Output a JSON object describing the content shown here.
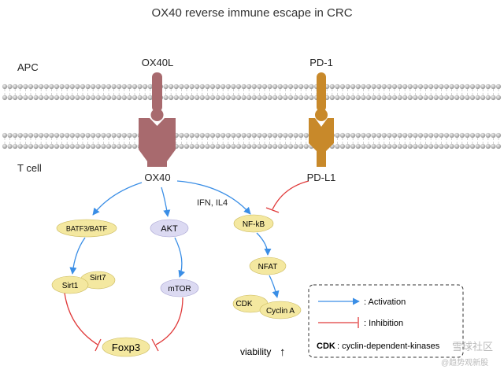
{
  "title": "OX40 reverse immune escape in CRC",
  "labels": {
    "apc": "APC",
    "tcell": "T cell",
    "ox40l": "OX40L",
    "pd1": "PD-1",
    "ox40": "OX40",
    "pdl1": "PD-L1",
    "ifn_il4": "IFN, IL4"
  },
  "nodes": {
    "batf": "BATF3/BATF",
    "akt": "AKT",
    "nfkb": "NF-kB",
    "sirt1": "Sirt1",
    "sirt7": "Sirt7",
    "mtor": "mTOR",
    "nfat": "NFAT",
    "cdk": "CDK",
    "cyclina": "Cyclin A",
    "foxp3": "Foxp3",
    "viability": "viability",
    "viability_arrow": "↑"
  },
  "legend": {
    "activation": ": Activation",
    "inhibition": ": Inhibition",
    "cdk_term": "CDK",
    "cdk_def": ": cyclin-dependent-kinases"
  },
  "watermark": {
    "line1": "雪球社区",
    "line2": "@趋势观新股"
  },
  "colors": {
    "activation": "#3a8ee6",
    "inhibition": "#e03a3a",
    "ox40": "#a86a6e",
    "pd1": "#c8892a",
    "node_yellow": "#f4e8a0",
    "node_purple": "#dcdaf2",
    "membrane": "#b8b8b8"
  }
}
